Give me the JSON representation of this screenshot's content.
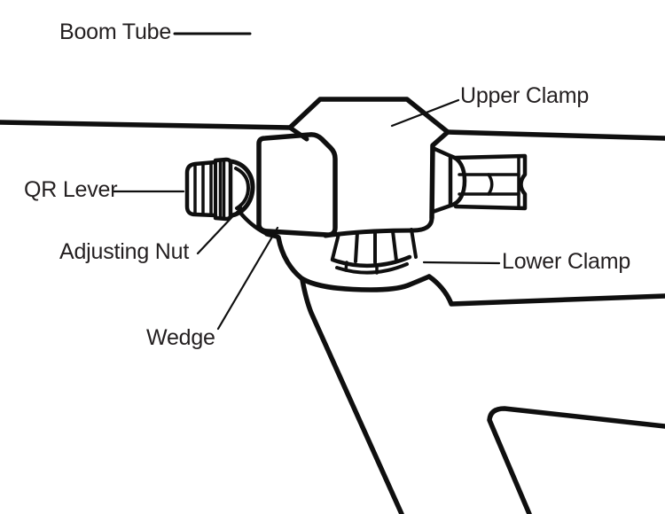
{
  "diagram": {
    "subject": "boom clamp parts diagram",
    "background_color": "#ffffff",
    "line_color": "#0f0f0f",
    "text_color": "#231f20",
    "labels": {
      "boom_tube": "Boom Tube",
      "upper_clamp": "Upper Clamp",
      "qr_lever": "QR Lever",
      "adjusting_nut": "Adjusting Nut",
      "lower_clamp": "Lower Clamp",
      "wedge": "Wedge"
    }
  }
}
